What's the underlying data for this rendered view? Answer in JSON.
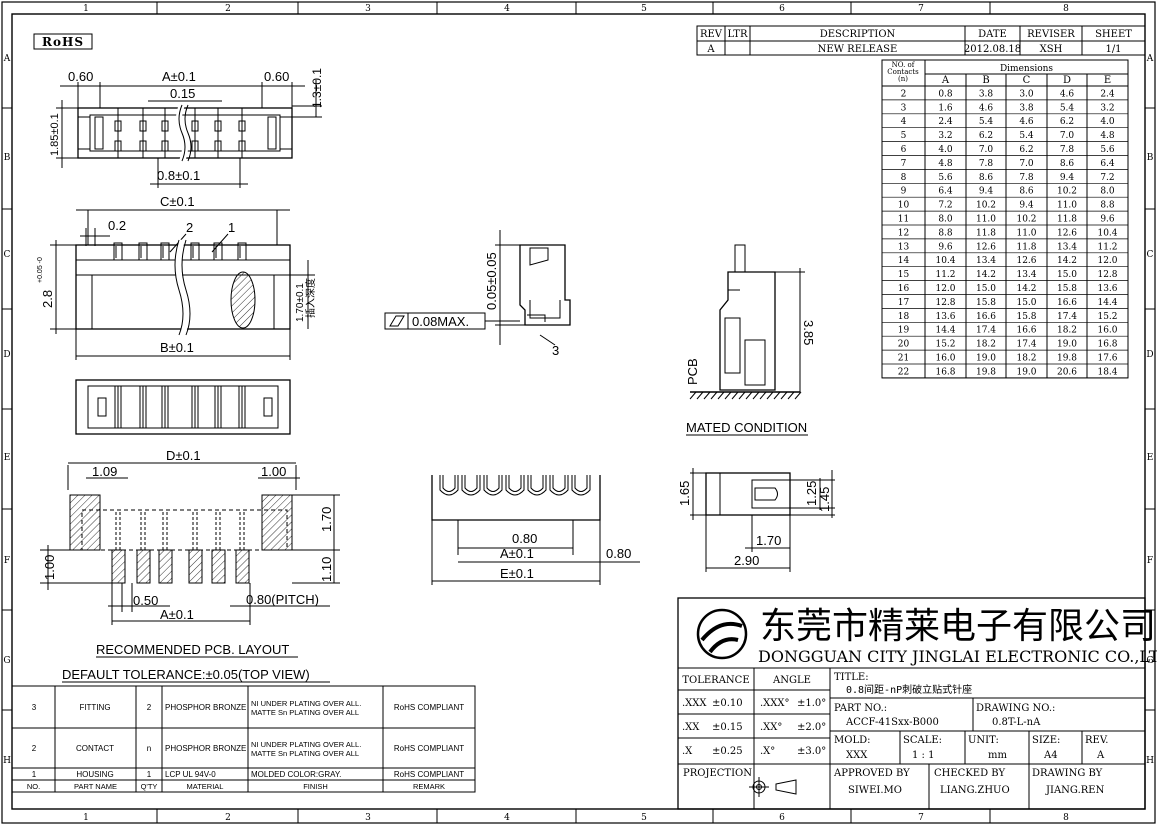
{
  "frame": {
    "columns": [
      "1",
      "2",
      "3",
      "4",
      "5",
      "6",
      "7",
      "8"
    ],
    "rows": [
      "A",
      "B",
      "C",
      "D",
      "E",
      "F",
      "G",
      "H"
    ]
  },
  "rohs_label": "RoHS",
  "revision": {
    "headers": [
      "REV",
      "LTR",
      "DESCRIPTION",
      "DATE",
      "REVISER",
      "SHEET"
    ],
    "row": [
      "A",
      "",
      "NEW RELEASE",
      "2012.08.18",
      "XSH",
      "1/1"
    ]
  },
  "dimension_table": {
    "no_of_contacts_label": "NO. of Contacts (n)",
    "dimensions_label": "Dimensions",
    "columns": [
      "A",
      "B",
      "C",
      "D",
      "E"
    ],
    "rows": [
      [
        "2",
        "0.8",
        "3.8",
        "3.0",
        "4.6",
        "2.4"
      ],
      [
        "3",
        "1.6",
        "4.6",
        "3.8",
        "5.4",
        "3.2"
      ],
      [
        "4",
        "2.4",
        "5.4",
        "4.6",
        "6.2",
        "4.0"
      ],
      [
        "5",
        "3.2",
        "6.2",
        "5.4",
        "7.0",
        "4.8"
      ],
      [
        "6",
        "4.0",
        "7.0",
        "6.2",
        "7.8",
        "5.6"
      ],
      [
        "7",
        "4.8",
        "7.8",
        "7.0",
        "8.6",
        "6.4"
      ],
      [
        "8",
        "5.6",
        "8.6",
        "7.8",
        "9.4",
        "7.2"
      ],
      [
        "9",
        "6.4",
        "9.4",
        "8.6",
        "10.2",
        "8.0"
      ],
      [
        "10",
        "7.2",
        "10.2",
        "9.4",
        "11.0",
        "8.8"
      ],
      [
        "11",
        "8.0",
        "11.0",
        "10.2",
        "11.8",
        "9.6"
      ],
      [
        "12",
        "8.8",
        "11.8",
        "11.0",
        "12.6",
        "10.4"
      ],
      [
        "13",
        "9.6",
        "12.6",
        "11.8",
        "13.4",
        "11.2"
      ],
      [
        "14",
        "10.4",
        "13.4",
        "12.6",
        "14.2",
        "12.0"
      ],
      [
        "15",
        "11.2",
        "14.2",
        "13.4",
        "15.0",
        "12.8"
      ],
      [
        "16",
        "12.0",
        "15.0",
        "14.2",
        "15.8",
        "13.6"
      ],
      [
        "17",
        "12.8",
        "15.8",
        "15.0",
        "16.6",
        "14.4"
      ],
      [
        "18",
        "13.6",
        "16.6",
        "15.8",
        "17.4",
        "15.2"
      ],
      [
        "19",
        "14.4",
        "17.4",
        "16.6",
        "18.2",
        "16.0"
      ],
      [
        "20",
        "15.2",
        "18.2",
        "17.4",
        "19.0",
        "16.8"
      ],
      [
        "21",
        "16.0",
        "19.0",
        "18.2",
        "19.8",
        "17.6"
      ],
      [
        "22",
        "16.8",
        "19.8",
        "19.0",
        "20.6",
        "18.4"
      ]
    ]
  },
  "dims": {
    "top_0_60_left": "0.60",
    "top_a": "A±0.1",
    "top_0_60_right": "0.60",
    "top_0_15": "0.15",
    "top_1_3": "1.3±0.1",
    "top_1_85": "1.85±0.1",
    "top_0_8": "0.8±0.1",
    "c_dim": "C±0.1",
    "d_0_2": "0.2",
    "callout_2": "2",
    "callout_1": "1",
    "h_2_8": "2.8",
    "h_2_8_tol": "+0.05 -0",
    "insert_depth": "1.70±0.1",
    "insert_depth_cn": "插入深度",
    "b_dim": "B±0.1",
    "flatness": "0.08MAX.",
    "d_0_05": "0.05±0.05",
    "callout_3": "3",
    "h_3_85": "3.85",
    "pcb": "PCB",
    "mated": "MATED CONDITION",
    "d_dim": "D±0.1",
    "d_1_09": "1.09",
    "d_1_00": "1.00",
    "d_1_70": "1.70",
    "d_1_10": "1.10",
    "d_1_00_v": "1.00",
    "d_0_50": "0.50",
    "d_a_bottom": "A±0.1",
    "pitch": "0.80(PITCH)",
    "rec_layout": "RECOMMENDED PCB. LAYOUT",
    "default_tol": "DEFAULT TOLERANCE:±0.05(TOP VIEW)",
    "f_0_80": "0.80",
    "f_a": "A±0.1",
    "f_0_80_r": "0.80",
    "f_e": "E±0.1",
    "s_1_65": "1.65",
    "s_1_25": "1.25",
    "s_1_45": "1.45",
    "s_1_70": "1.70",
    "s_2_90": "2.90"
  },
  "bom": {
    "rows": [
      [
        "3",
        "FITTING",
        "2",
        "PHOSPHOR BRONZE",
        "NI UNDER PLATING OVER ALL.",
        "MATTE Sn PLATING OVER ALL",
        "RoHS COMPLIANT"
      ],
      [
        "2",
        "CONTACT",
        "n",
        "PHOSPHOR BRONZE",
        "NI UNDER PLATING OVER ALL.",
        "MATTE Sn PLATING OVER ALL",
        "RoHS COMPLIANT"
      ],
      [
        "1",
        "HOUSING",
        "1",
        "LCP UL 94V-0",
        "MOLDED COLOR:GRAY.",
        "",
        "RoHS COMPLIANT"
      ]
    ],
    "headers": [
      "NO.",
      "PART NAME",
      "Q'TY",
      "MATERIAL",
      "FINISH",
      "REMARK"
    ]
  },
  "title_block": {
    "company_cn": "东莞市精莱电子有限公司",
    "company_en": "DONGGUAN CITY JINGLAI ELECTRONIC CO.,LTD.",
    "tolerance_label": "TOLERANCE",
    "angle_label": "ANGLE",
    "tol_rows": [
      [
        ".XXX",
        "±0.10",
        ".XXX°",
        "±1.0°"
      ],
      [
        ".XX",
        "±0.15",
        ".XX°",
        "±2.0°"
      ],
      [
        ".X",
        "±0.25",
        ".X°",
        "±3.0°"
      ]
    ],
    "title_label": "TITLE:",
    "title_value": "0.8间距-nP刺破立贴式针座",
    "part_no_label": "PART NO.:",
    "part_no_value": "ACCF-41Sxx-B000",
    "drawing_no_label": "DRAWING NO.:",
    "drawing_no_value": "0.8T-L-nA",
    "mold_label": "MOLD:",
    "mold_value": "XXX",
    "scale_label": "SCALE:",
    "scale_value": "1 : 1",
    "unit_label": "UNIT:",
    "unit_value": "mm",
    "size_label": "SIZE:",
    "size_value": "A4",
    "rev_label": "REV.",
    "rev_value": "A",
    "projection_label": "PROJECTION",
    "approved_label": "APPROVED BY",
    "approved_value": "SIWEI.MO",
    "checked_label": "CHECKED BY",
    "checked_value": "LIANG.ZHUO",
    "drawing_by_label": "DRAWING BY",
    "drawing_by_value": "JIANG.REN"
  }
}
